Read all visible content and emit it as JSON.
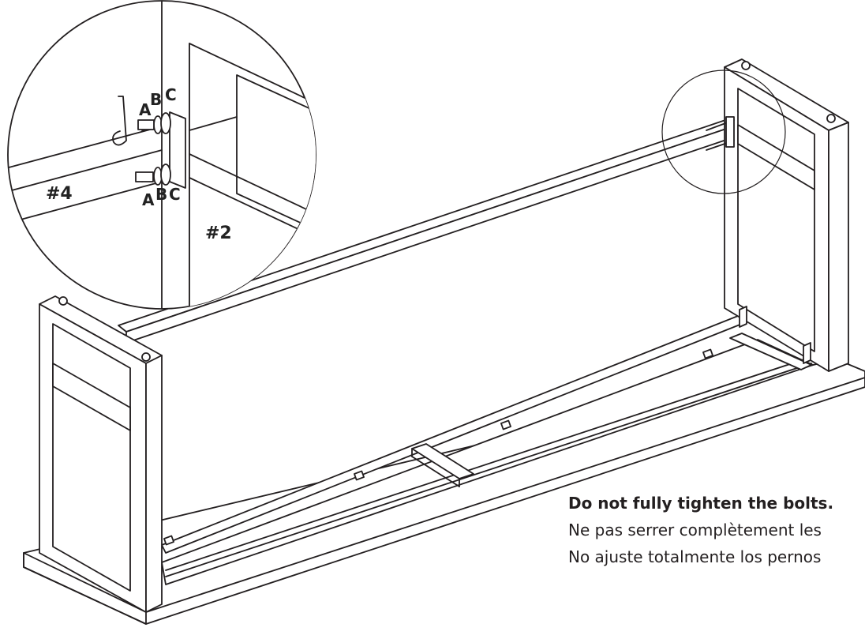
{
  "callout": {
    "part_rail": "#4",
    "part_leg": "#2",
    "hardware_top": [
      "A",
      "B",
      "C"
    ],
    "hardware_bottom": [
      "A",
      "B",
      "C"
    ]
  },
  "instruction": {
    "english": "Do not fully tighten the bolts.",
    "french": "Ne pas serrer complètement les",
    "spanish": "No ajuste totalmente los pernos"
  }
}
